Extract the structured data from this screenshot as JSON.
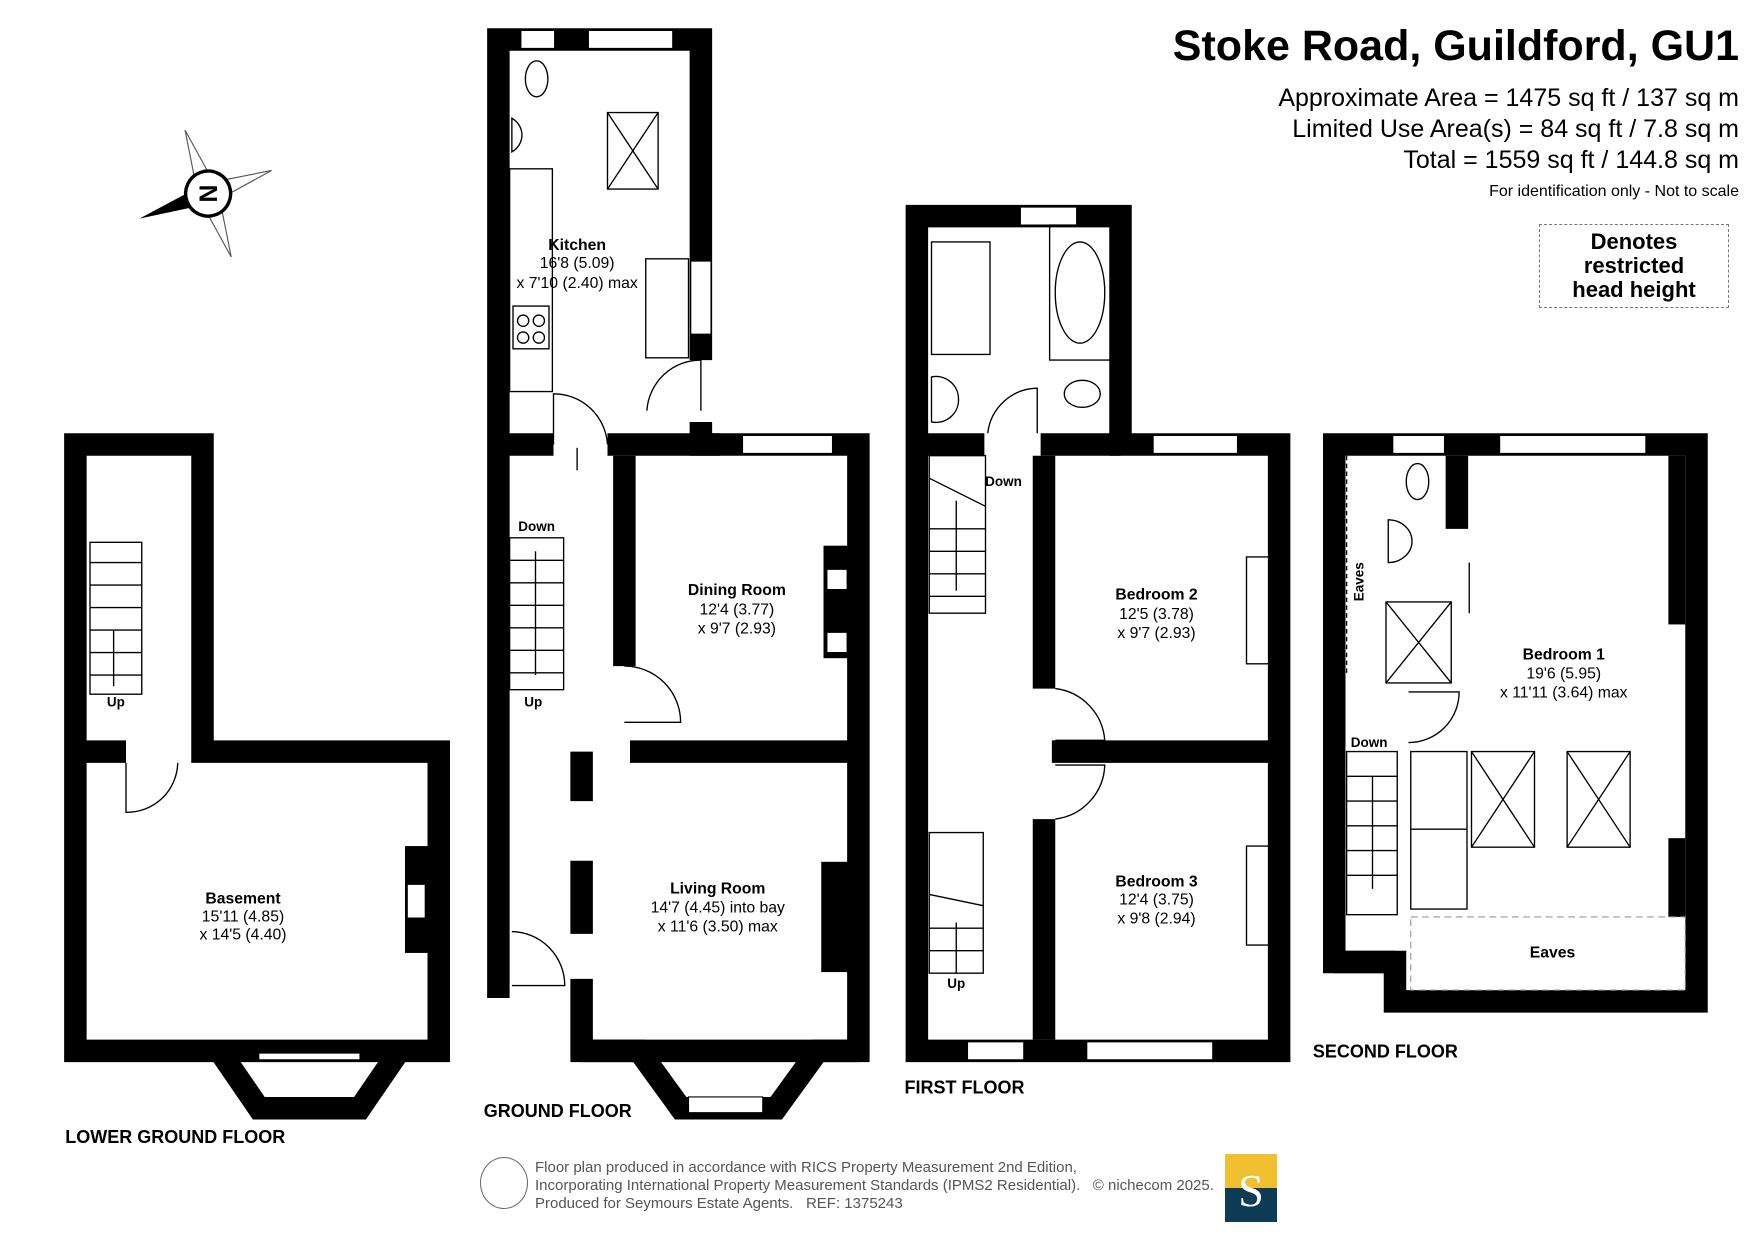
{
  "header": {
    "title": "Stoke Road, Guildford, GU1",
    "approx_area": "Approximate Area = 1475 sq ft / 137 sq m",
    "limited_area": "Limited Use Area(s) = 84 sq ft / 7.8 sq m",
    "total": "Total = 1559 sq ft / 144.8 sq m",
    "note": "For identification only - Not to scale"
  },
  "legend": {
    "line1": "Denotes restricted",
    "line2": "head height"
  },
  "compass": {
    "label": "N"
  },
  "floors": {
    "lower_ground": {
      "label": "LOWER GROUND FLOOR",
      "rooms": [
        {
          "name": "Basement",
          "dim1": "15'11 (4.85)",
          "dim2": "x 14'5 (4.40)"
        }
      ],
      "stairs": "Up"
    },
    "ground": {
      "label": "GROUND FLOOR",
      "rooms": [
        {
          "name": "Kitchen",
          "dim1": "16'8 (5.09)",
          "dim2": "x 7'10 (2.40) max"
        },
        {
          "name": "Dining Room",
          "dim1": "12'4 (3.77)",
          "dim2": "x 9'7 (2.93)"
        },
        {
          "name": "Living Room",
          "dim1": "14'7 (4.45) into bay",
          "dim2": "x 11'6 (3.50) max"
        }
      ],
      "stairs_down": "Down",
      "stairs_up": "Up"
    },
    "first": {
      "label": "FIRST FLOOR",
      "rooms": [
        {
          "name": "Bedroom 2",
          "dim1": "12'5 (3.78)",
          "dim2": "x 9'7 (2.93)"
        },
        {
          "name": "Bedroom 3",
          "dim1": "12'4 (3.75)",
          "dim2": "x 9'8 (2.94)"
        }
      ],
      "stairs_down": "Down",
      "stairs_up": "Up"
    },
    "second": {
      "label": "SECOND FLOOR",
      "rooms": [
        {
          "name": "Bedroom 1",
          "dim1": "19'6 (5.95)",
          "dim2": "x 11'11 (3.64) max"
        }
      ],
      "eaves_side": "Eaves",
      "eaves_bottom": "Eaves",
      "stairs_down": "Down"
    }
  },
  "footer": {
    "line1": "Floor plan produced in accordance with RICS Property Measurement 2nd Edition,",
    "line2": "Incorporating International Property Measurement Standards (IPMS2 Residential).   © nichecom 2025.",
    "line3": "Produced for Seymours Estate Agents.   REF: 1375243",
    "logo": "S"
  },
  "colors": {
    "logo_top": "#f0c030",
    "logo_bottom": "#0e3b55"
  }
}
